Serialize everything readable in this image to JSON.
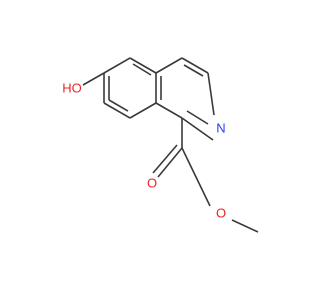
{
  "molecule": {
    "colors": {
      "bond": "#3a3a3a",
      "oxygen": "#e8262a",
      "nitrogen": "#2b3bf5"
    },
    "atoms": [
      {
        "id": "hydroxyl",
        "label": "HO",
        "element": "O"
      },
      {
        "id": "ring-nitrogen",
        "label": "N",
        "element": "N"
      },
      {
        "id": "carbonyl-oxygen",
        "label": "O",
        "element": "O"
      },
      {
        "id": "ester-oxygen",
        "label": "O",
        "element": "O"
      }
    ]
  }
}
